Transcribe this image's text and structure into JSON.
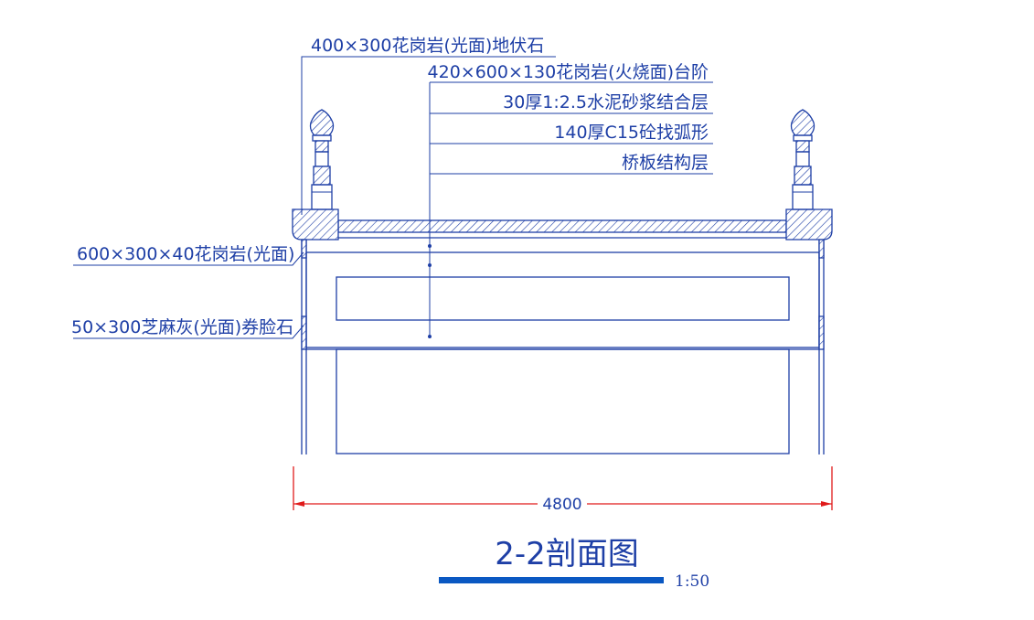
{
  "colors": {
    "line": "#1e3fa6",
    "dimension": "#e01b1b",
    "scale_bar": "#0a58c2",
    "background": "#ffffff"
  },
  "labels": {
    "curb_stone": "400×300花岗岩(光面)地伏石",
    "step": "420×600×130花岗岩(火烧面)台阶",
    "mortar": "30厚1:2.5水泥砂浆结合层",
    "concrete": "140厚C15砼找弧形",
    "structure": "桥板结构层",
    "side_face": "600×300×40花岗岩(光面)",
    "arch_face": "50×300芝麻灰(光面)券脸石"
  },
  "dimension": {
    "span": "4800"
  },
  "title": {
    "text": "2-2剖面图",
    "scale": "1:50"
  }
}
